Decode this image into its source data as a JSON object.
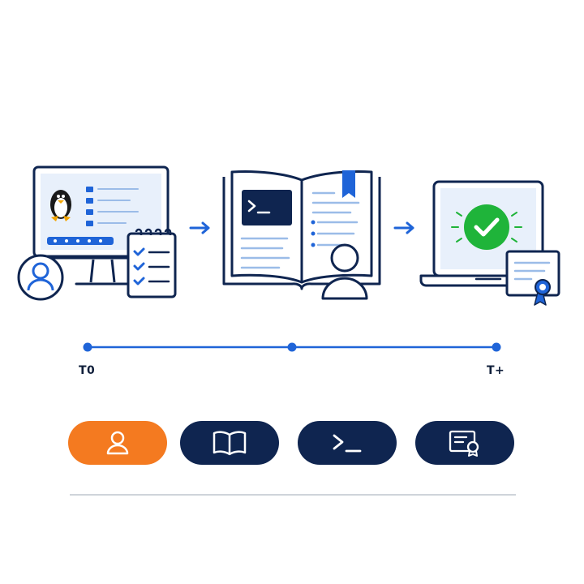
{
  "timeline": {
    "start_label": "T0",
    "end_label": "T+"
  },
  "stages": [
    {
      "name": "linux-workstation",
      "icon": "monitor-with-linux-and-checklist"
    },
    {
      "name": "terminal-handbook",
      "icon": "open-book-with-terminal"
    },
    {
      "name": "verified-certificate",
      "icon": "laptop-with-checkmark-and-certificate"
    }
  ],
  "steps": [
    {
      "icon": "user-icon",
      "active": true
    },
    {
      "icon": "book-icon",
      "active": false
    },
    {
      "icon": "terminal-icon",
      "active": false
    },
    {
      "icon": "certificate-icon",
      "active": false
    }
  ],
  "colors": {
    "navy": "#0f2550",
    "blue": "#1f64d8",
    "orange": "#f47a20",
    "green": "#1fb43a",
    "light_blue": "#e8f0fb",
    "divider": "#cfd4da"
  }
}
